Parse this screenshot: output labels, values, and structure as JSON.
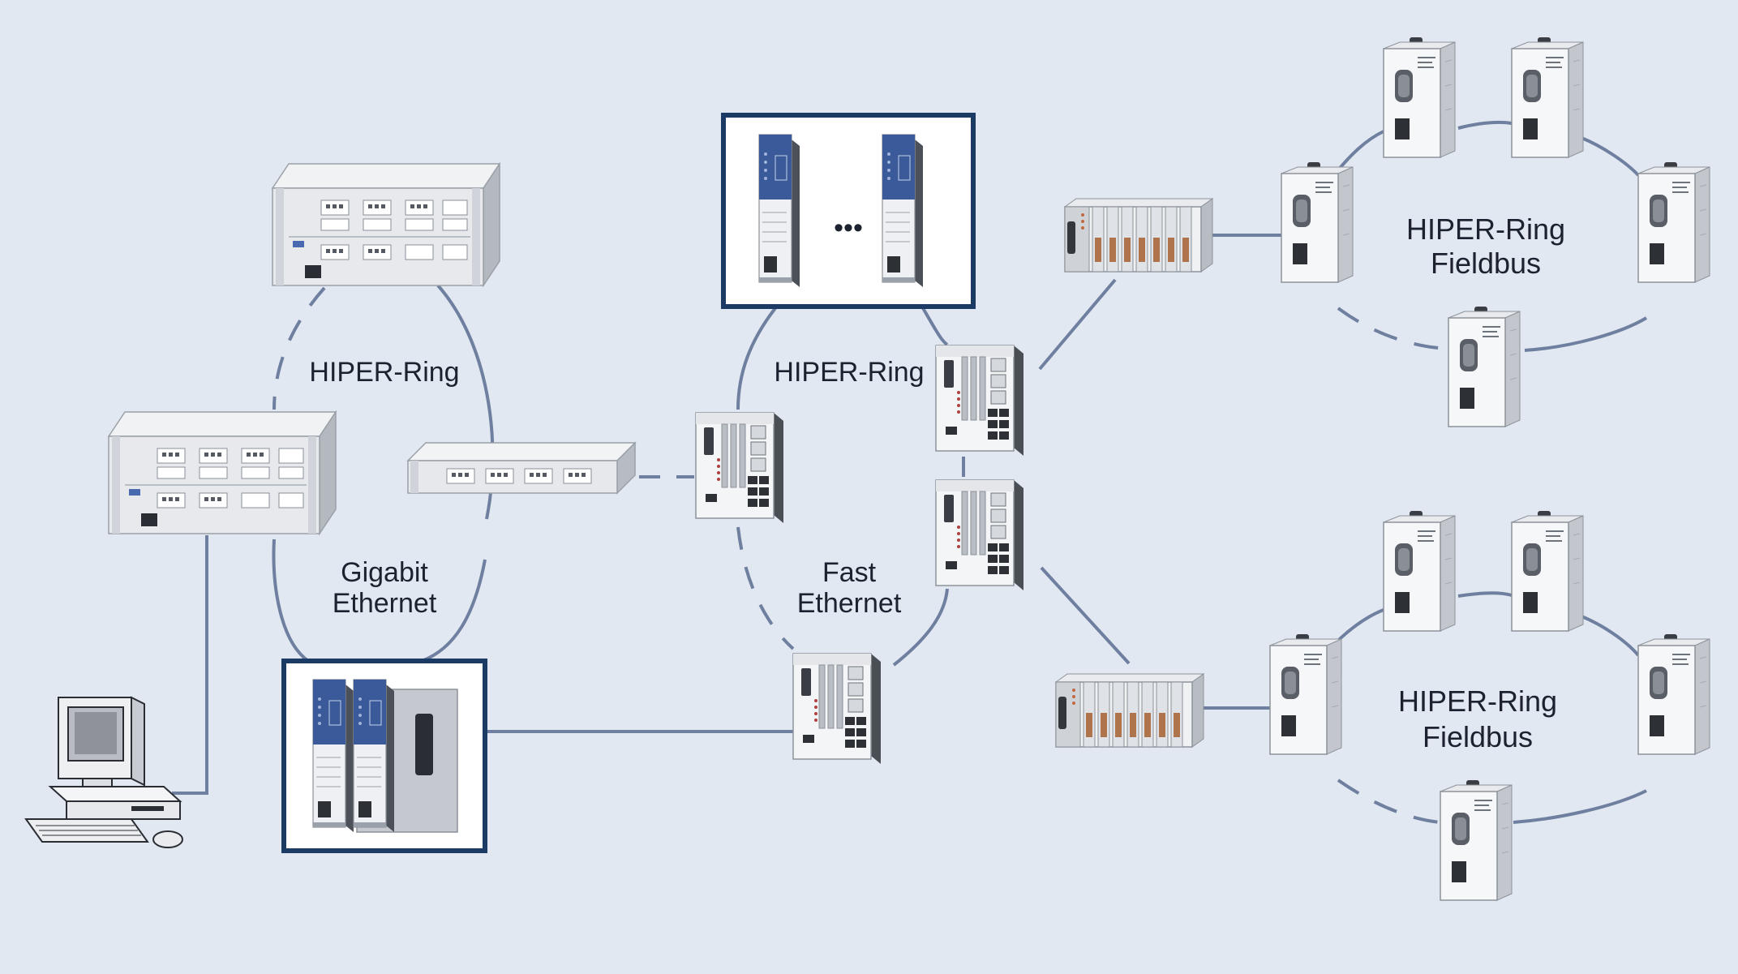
{
  "diagram": {
    "labels": {
      "ring_gigabit_title": "HIPER-Ring",
      "gigabit_line1": "Gigabit",
      "gigabit_line2": "Ethernet",
      "ring_fast_title": "HIPER-Ring",
      "fast_line1": "Fast",
      "fast_line2": "Ethernet",
      "fieldbus_top_line1": "HIPER-Ring",
      "fieldbus_top_line2": "Fieldbus",
      "fieldbus_bottom_line1": "HIPER-Ring",
      "fieldbus_bottom_line2": "Fieldbus",
      "ellipsis": "•••"
    },
    "colors": {
      "background": "#e2e8f1",
      "link": "#6f7f9f",
      "frame": "#1b3b64",
      "device_blue": "#3a5a99",
      "device_gray": "#c9cdd3"
    }
  }
}
